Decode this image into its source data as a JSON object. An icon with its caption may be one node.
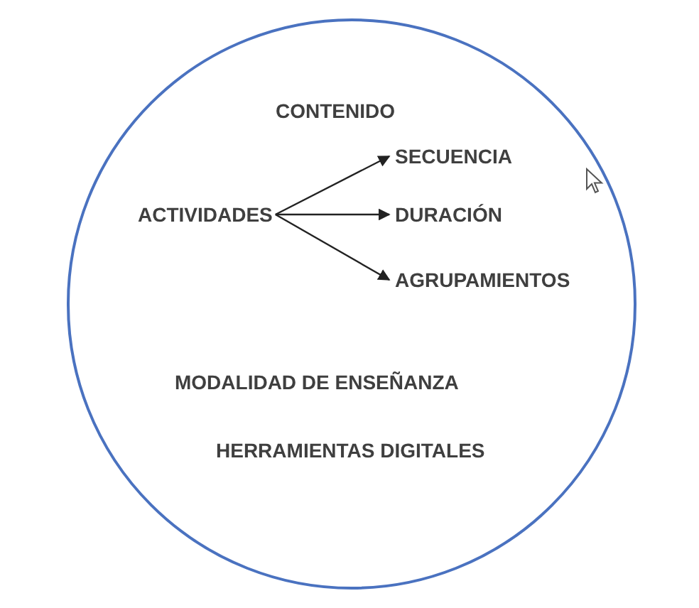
{
  "diagram": {
    "nodes": [
      {
        "text": [],
        "shape": "circle"
      },
      {
        "text": [
          "CONTENIDO"
        ],
        "in": 0
      },
      {
        "text": [
          "ACTIVIDADES"
        ],
        "in": 0
      },
      {
        "text": [
          "SECUENCIA"
        ],
        "in": 0
      },
      {
        "text": [
          "DURACIÓN"
        ],
        "in": 0
      },
      {
        "text": [
          "AGRUPAMIENTOS"
        ],
        "in": 0
      },
      {
        "text": [
          "MODALIDAD DE ENSEÑANZA"
        ],
        "in": 0
      },
      {
        "text": [
          "HERRAMIENTAS DIGITALES"
        ],
        "in": 0
      }
    ],
    "edges": [
      {
        "from": 2,
        "to": 3,
        "arrow": "to"
      },
      {
        "from": 2,
        "to": 4,
        "arrow": "to"
      },
      {
        "from": 2,
        "to": 5,
        "arrow": "to"
      }
    ]
  }
}
